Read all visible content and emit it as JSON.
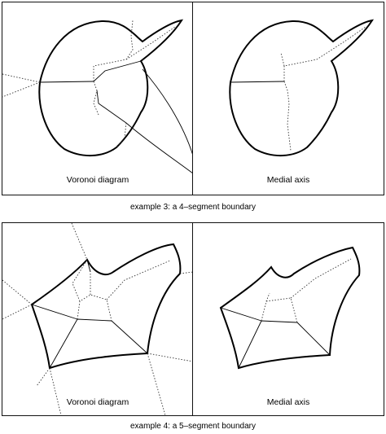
{
  "examples": [
    {
      "caption": "example 3: a 4–segment boundary",
      "panels": [
        {
          "label": "Voronoi diagram"
        },
        {
          "label": "Medial axis"
        }
      ]
    },
    {
      "caption": "example 4: a 5–segment boundary",
      "panels": [
        {
          "label": "Voronoi diagram"
        },
        {
          "label": "Medial axis"
        }
      ]
    }
  ]
}
